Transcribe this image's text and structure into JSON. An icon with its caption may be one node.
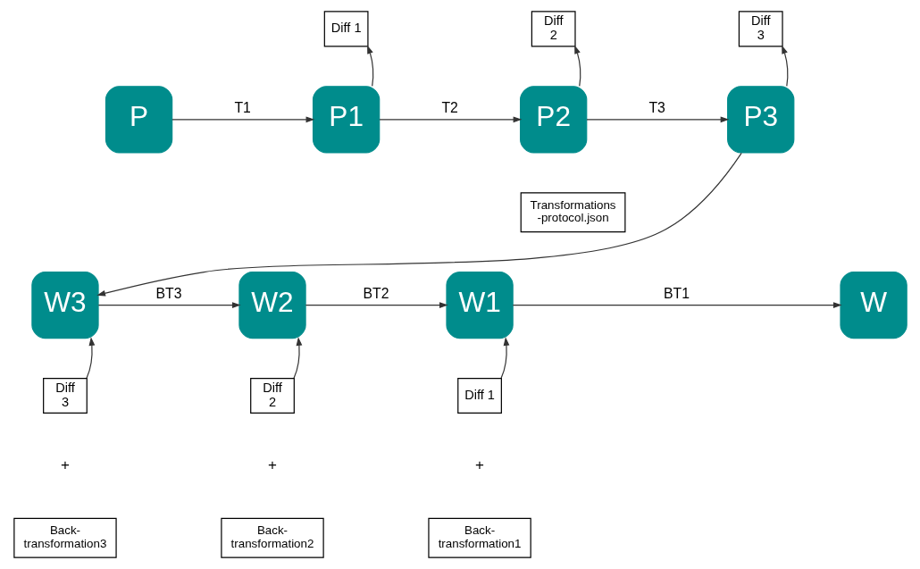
{
  "diagram": {
    "nodes": [
      {
        "text": [
          "P"
        ]
      },
      {
        "text": [
          "P1"
        ]
      },
      {
        "text": [
          "P2"
        ]
      },
      {
        "text": [
          "P3"
        ]
      },
      {
        "text": [
          "Diff 1"
        ]
      },
      {
        "text": [
          "Diff 2"
        ]
      },
      {
        "text": [
          "Diff 3"
        ]
      },
      {
        "text": [
          "Transformations -protocol.json"
        ]
      },
      {
        "text": [
          "W"
        ]
      },
      {
        "text": [
          "W1"
        ]
      },
      {
        "text": [
          "W2"
        ]
      },
      {
        "text": [
          "W3"
        ]
      },
      {
        "text": [
          "Diff 1"
        ]
      },
      {
        "text": [
          "Diff 2"
        ]
      },
      {
        "text": [
          "Diff 3"
        ]
      },
      {
        "text": [
          "Back- transformation1"
        ]
      },
      {
        "text": [
          "Back- transformation2"
        ]
      },
      {
        "text": [
          "Back- transformation3"
        ]
      }
    ],
    "edges": [
      {
        "from": 0,
        "to": 1,
        "arrow": "to",
        "label": "T1"
      },
      {
        "from": 1,
        "to": 2,
        "arrow": "to",
        "label": "T2"
      },
      {
        "from": 2,
        "to": 3,
        "arrow": "to",
        "label": "T3"
      },
      {
        "from": 1,
        "to": 4,
        "arrow": "to"
      },
      {
        "from": 2,
        "to": 5,
        "arrow": "to"
      },
      {
        "from": 3,
        "to": 6,
        "arrow": "to"
      },
      {
        "from": 3,
        "to": 11,
        "arrow": "to"
      },
      {
        "from": 11,
        "to": 10,
        "arrow": "to",
        "label": "BT3"
      },
      {
        "from": 10,
        "to": 9,
        "arrow": "to",
        "label": "BT2"
      },
      {
        "from": 9,
        "to": 8,
        "arrow": "to",
        "label": "BT1"
      },
      {
        "from": 12,
        "to": 9,
        "arrow": "to"
      },
      {
        "from": 13,
        "to": 10,
        "arrow": "to"
      },
      {
        "from": 14,
        "to": 11,
        "arrow": "to"
      }
    ],
    "labels": [
      "+",
      "+",
      "+"
    ]
  }
}
